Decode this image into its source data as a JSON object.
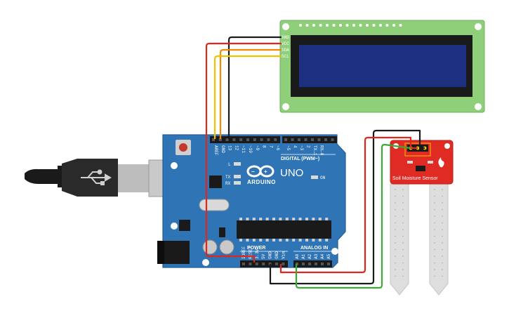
{
  "lcd": {
    "pins": [
      "GND",
      "VCC",
      "SDA",
      "SCL"
    ]
  },
  "arduino": {
    "brand": "ARDUINO",
    "model": "UNO",
    "digital_label": "DIGITAL (PWM~)",
    "power_label": "POWER",
    "analog_label": "ANALOG IN",
    "digital_pins": [
      "AREF",
      "GND",
      "13",
      "12",
      "~11",
      "~10",
      "~9",
      "8",
      "7",
      "~6",
      "~5",
      "4",
      "~3",
      "2",
      "TX→1",
      "RX←0"
    ],
    "power_pins": [
      "IOREF",
      "RESET",
      "3.3V",
      "5V",
      "GND",
      "GND",
      "Vin"
    ],
    "analog_pins": [
      "A0",
      "A1",
      "A2",
      "A3",
      "A4",
      "A5"
    ],
    "led_labels": [
      "L",
      "TX",
      "RX"
    ],
    "on_label": "ON"
  },
  "sensor": {
    "label": "Soil Moisture Sensor"
  },
  "colors": {
    "wire_black": "#1a1a1a",
    "wire_red": "#e0261d",
    "wire_orange": "#f08a00",
    "wire_yellow": "#f2c200",
    "wire_green": "#3aa935",
    "board_blue": "#2f74b5",
    "lcd_green": "#8fcf7a",
    "lcd_screen": "#1d2f80",
    "sensor_red": "#e02b24"
  }
}
